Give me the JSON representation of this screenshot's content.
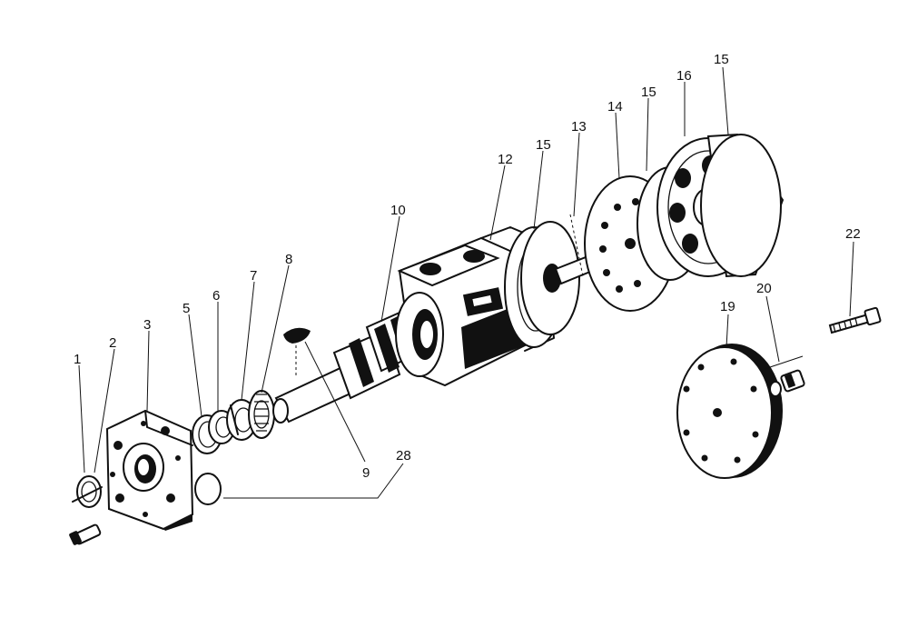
{
  "callouts": {
    "c1": "1",
    "c2": "2",
    "c3": "3",
    "c5": "5",
    "c6": "6",
    "c7": "7",
    "c8": "8",
    "c9": "9",
    "c10": "10",
    "c12": "12",
    "c13": "13",
    "c14": "14",
    "c15a": "15",
    "c15b": "15",
    "c15c": "15",
    "c16": "16",
    "c19": "19",
    "c20": "20",
    "c22": "22",
    "c28": "28"
  }
}
